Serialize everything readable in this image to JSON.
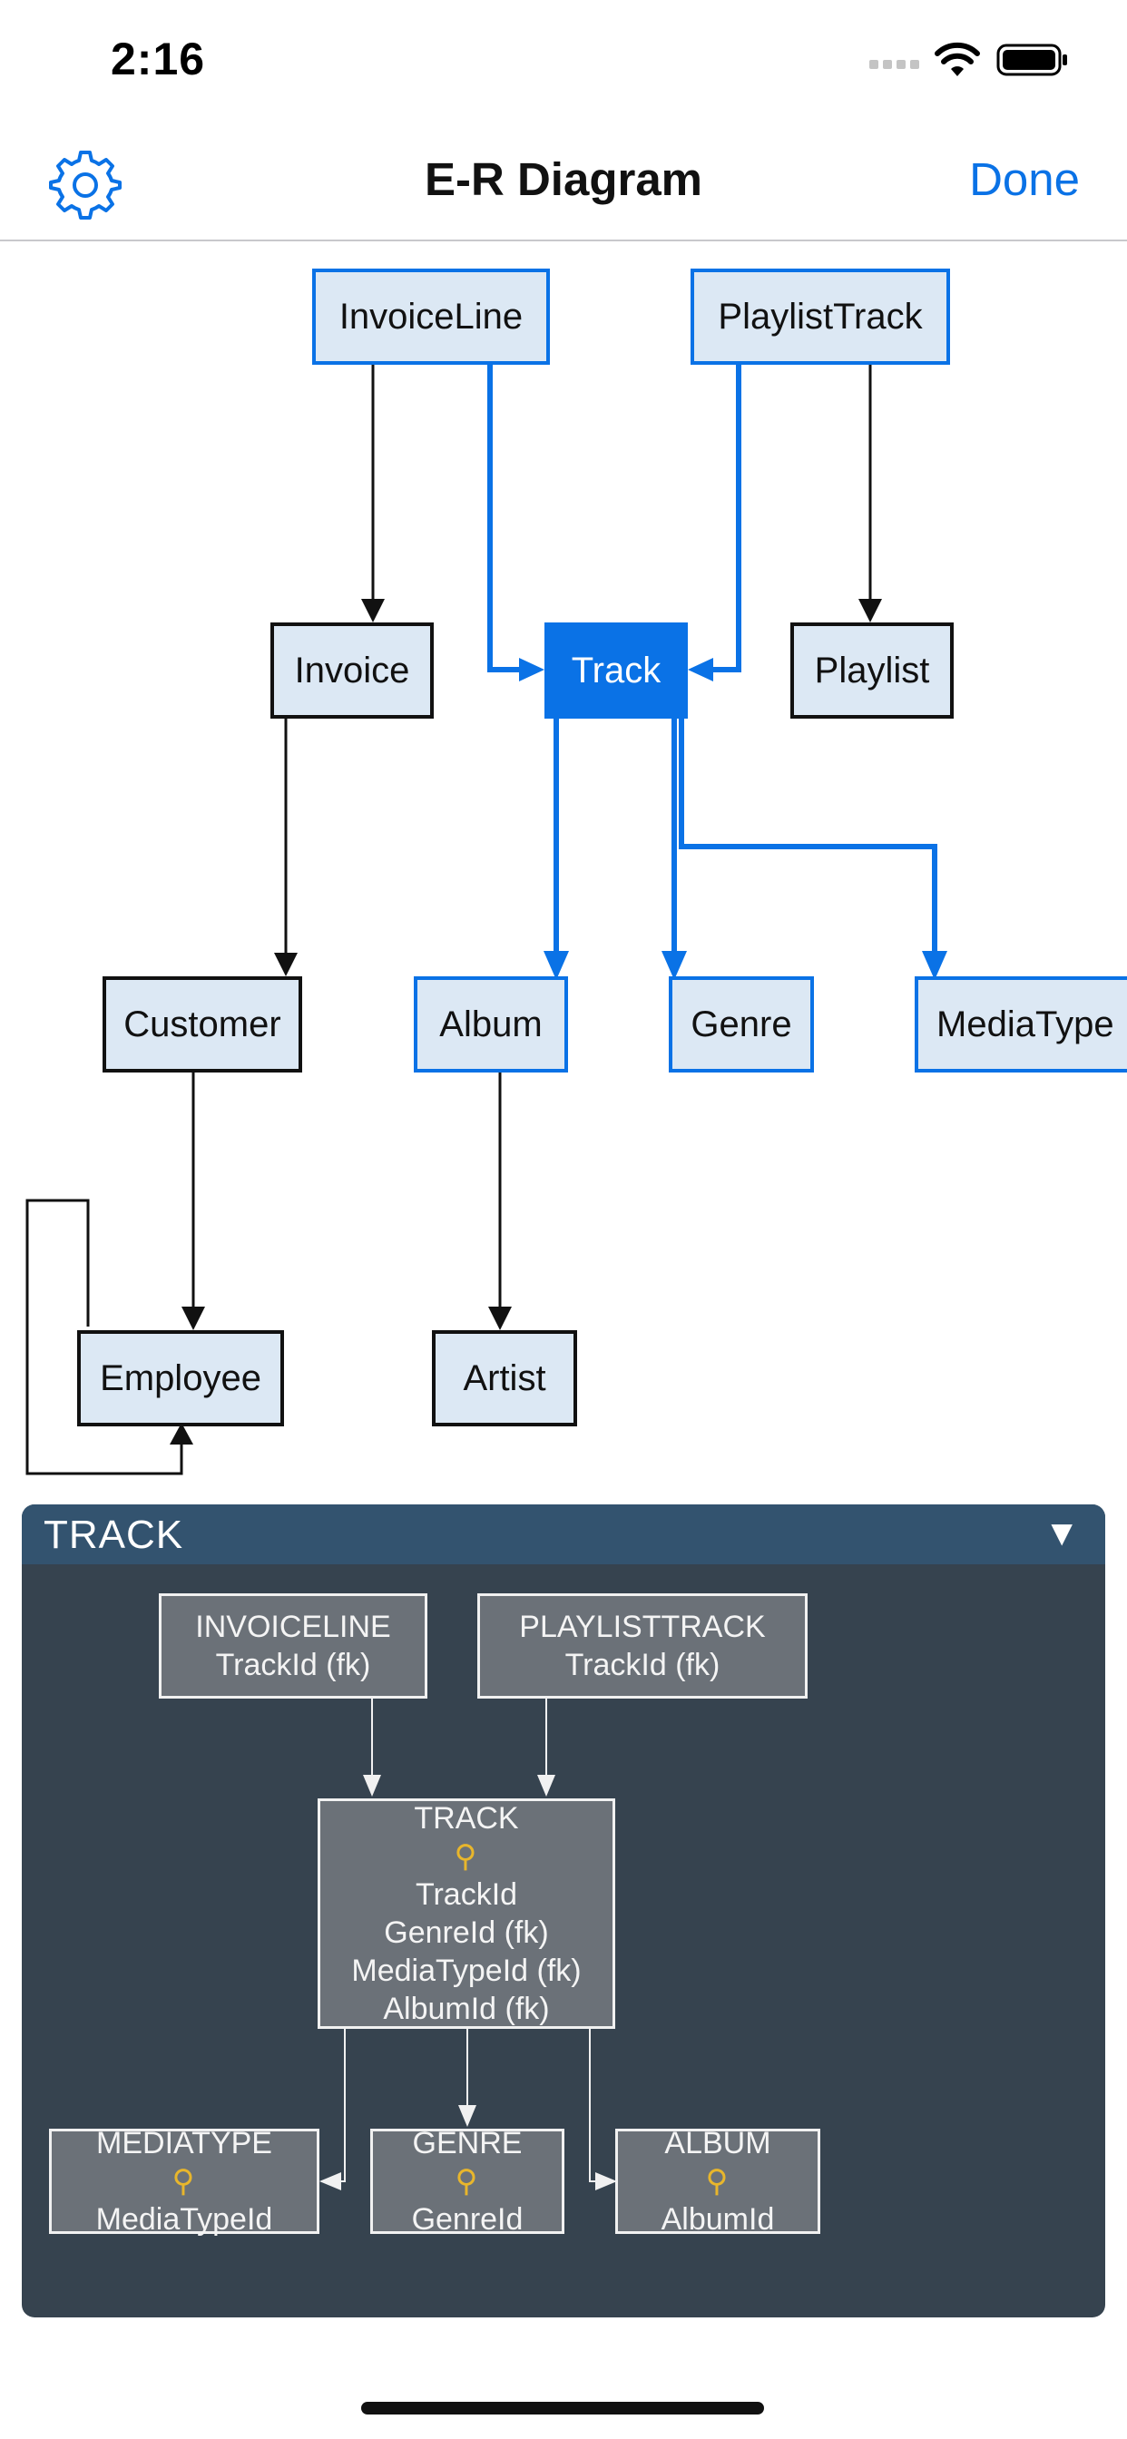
{
  "status_bar": {
    "time": "2:16"
  },
  "nav": {
    "title": "E-R Diagram",
    "done_label": "Done",
    "settings_icon": "gear-icon"
  },
  "colors": {
    "accent": "#0a72e6",
    "node_fill": "#dce8f4",
    "panel_bg": "#36434f",
    "panel_header": "#33536f",
    "detail_node": "#6b7178",
    "key": "#e8b62c"
  },
  "diagram": {
    "selected": "Track",
    "nodes": {
      "invoice_line": "InvoiceLine",
      "playlist_track": "PlaylistTrack",
      "invoice": "Invoice",
      "track": "Track",
      "playlist": "Playlist",
      "customer": "Customer",
      "album": "Album",
      "genre": "Genre",
      "media_type": "MediaType",
      "employee": "Employee",
      "artist": "Artist"
    }
  },
  "detail": {
    "title": "TRACK",
    "toggle_icon": "▼",
    "invoice_line": {
      "name": "INVOICELINE",
      "field": "TrackId (fk)"
    },
    "playlist_track": {
      "name": "PLAYLISTTRACK",
      "field": "TrackId (fk)"
    },
    "track": {
      "name": "TRACK",
      "key": "TrackId",
      "fields": [
        "GenreId (fk)",
        "MediaTypeId (fk)",
        "AlbumId (fk)"
      ]
    },
    "media_type": {
      "name": "MEDIATYPE",
      "key": "MediaTypeId"
    },
    "genre": {
      "name": "GENRE",
      "key": "GenreId"
    },
    "album": {
      "name": "ALBUM",
      "key": "AlbumId"
    }
  }
}
